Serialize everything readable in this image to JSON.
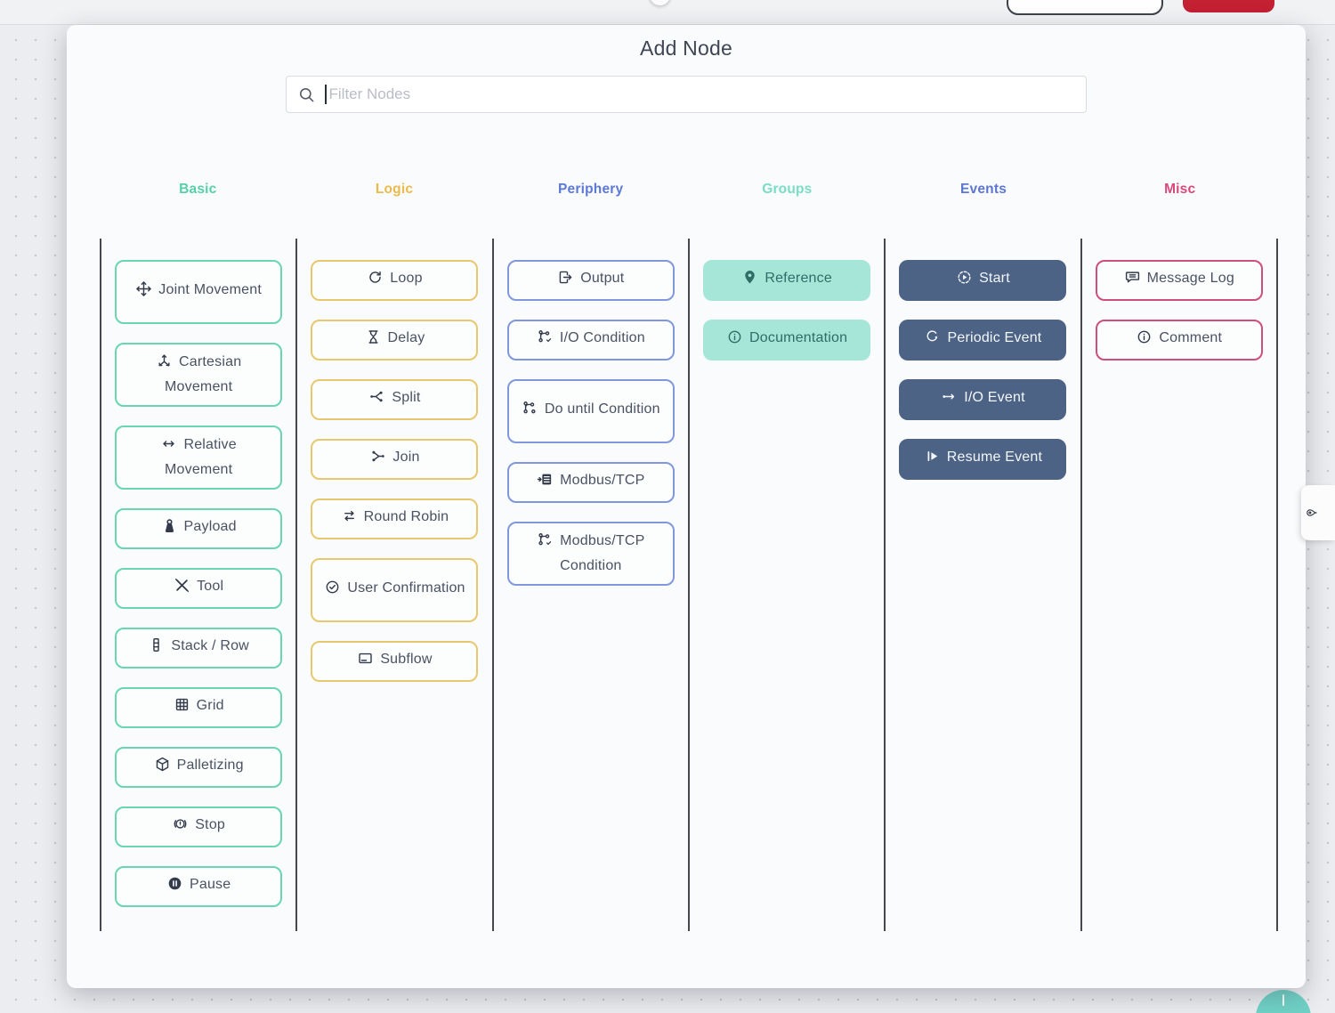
{
  "colors": {
    "canvas_bg": "#ECEDF0",
    "divider": "#45484E",
    "topbar_red_button": "#C32032",
    "fab": "#70D2C6"
  },
  "modal": {
    "title": "Add Node",
    "search": {
      "placeholder": "Filter Nodes",
      "value": "",
      "icon": "search-icon"
    },
    "columns": [
      {
        "label": "Basic",
        "header_color": "#57CFA8",
        "variant": "outline",
        "accent": "#6AD5B1",
        "items": [
          {
            "label": "Joint Movement",
            "icon": "joint-movement-icon",
            "tall": true
          },
          {
            "label": "Cartesian Movement",
            "icon": "cartesian-movement-icon",
            "tall": true
          },
          {
            "label": "Relative Movement",
            "icon": "relative-movement-icon",
            "tall": true
          },
          {
            "label": "Payload",
            "icon": "payload-weight-icon"
          },
          {
            "label": "Tool",
            "icon": "tool-icon"
          },
          {
            "label": "Stack / Row",
            "icon": "stack-icon"
          },
          {
            "label": "Grid",
            "icon": "grid-icon"
          },
          {
            "label": "Palletizing",
            "icon": "box-icon"
          },
          {
            "label": "Stop",
            "icon": "stop-alert-icon"
          },
          {
            "label": "Pause",
            "icon": "pause-icon"
          }
        ]
      },
      {
        "label": "Logic",
        "header_color": "#EABB4B",
        "variant": "outline",
        "accent": "#E8C86F",
        "items": [
          {
            "label": "Loop",
            "icon": "loop-icon"
          },
          {
            "label": "Delay",
            "icon": "hourglass-icon"
          },
          {
            "label": "Split",
            "icon": "split-icon"
          },
          {
            "label": "Join",
            "icon": "join-icon"
          },
          {
            "label": "Round Robin",
            "icon": "round-robin-icon"
          },
          {
            "label": "User Confirmation",
            "icon": "confirmation-badge-icon",
            "tall": true
          },
          {
            "label": "Subflow",
            "icon": "subflow-icon"
          }
        ]
      },
      {
        "label": "Periphery",
        "header_color": "#5D79D6",
        "variant": "outline",
        "accent": "#8097DD",
        "items": [
          {
            "label": "Output",
            "icon": "output-icon"
          },
          {
            "label": "I/O Condition",
            "icon": "branch-check-icon"
          },
          {
            "label": "Do until Condition",
            "icon": "branch-loop-icon",
            "tall": true
          },
          {
            "label": "Modbus/TCP",
            "icon": "modbus-icon"
          },
          {
            "label": "Modbus/TCP Condition",
            "icon": "branch-check-icon",
            "tall": true
          }
        ]
      },
      {
        "label": "Groups",
        "header_color": "#79DDC6",
        "variant": "filled-teal",
        "accent": "#A5E6D9",
        "items": [
          {
            "label": "Reference",
            "icon": "map-pin-icon"
          },
          {
            "label": "Documentation",
            "icon": "info-icon"
          }
        ]
      },
      {
        "label": "Events",
        "header_color": "#5C77D1",
        "variant": "filled-navy",
        "accent": "#4D6386",
        "items": [
          {
            "label": "Start",
            "icon": "start-icon"
          },
          {
            "label": "Periodic Event",
            "icon": "periodic-icon"
          },
          {
            "label": "I/O Event",
            "icon": "io-event-icon"
          },
          {
            "label": "Resume Event",
            "icon": "resume-icon"
          }
        ]
      },
      {
        "label": "Misc",
        "header_color": "#D8487B",
        "variant": "outline",
        "accent": "#CE4F7D",
        "items": [
          {
            "label": "Message Log",
            "icon": "message-log-icon"
          },
          {
            "label": "Comment",
            "icon": "info-icon"
          }
        ]
      }
    ]
  }
}
